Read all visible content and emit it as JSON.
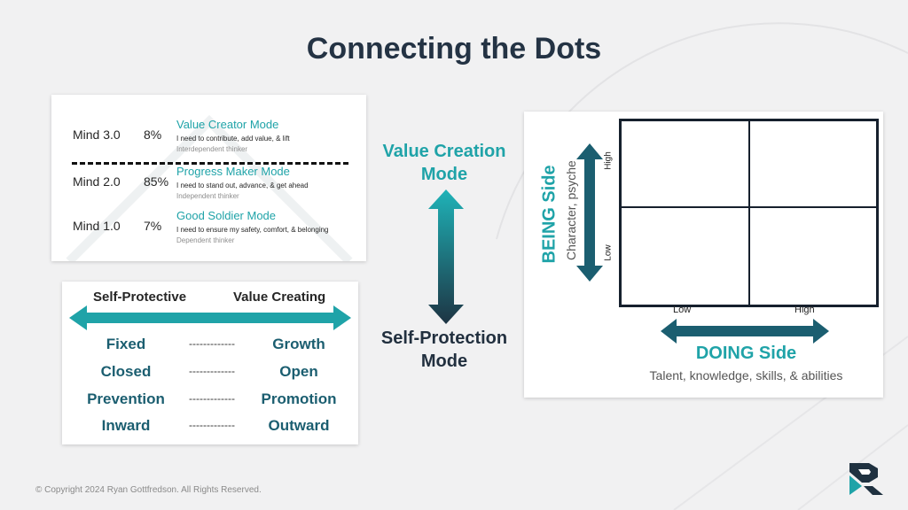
{
  "title": "Connecting the Dots",
  "minds": [
    {
      "label": "Mind 3.0",
      "pct": "8%",
      "mode": "Value Creator Mode",
      "need": "I need to contribute, add value, & lift",
      "thinker": "Interdependent thinker"
    },
    {
      "label": "Mind 2.0",
      "pct": "85%",
      "mode": "Progress Maker Mode",
      "need": "I need to stand out, advance, & get ahead",
      "thinker": "Independent thinker"
    },
    {
      "label": "Mind 1.0",
      "pct": "7%",
      "mode": "Good Soldier Mode",
      "need": "I need to ensure my safety, comfort, & belonging",
      "thinker": "Dependent thinker"
    }
  ],
  "protective": {
    "left_head": "Self-Protective",
    "right_head": "Value Creating",
    "separator": "-------------",
    "rows": [
      {
        "left": "Fixed",
        "right": "Growth"
      },
      {
        "left": "Closed",
        "right": "Open"
      },
      {
        "left": "Prevention",
        "right": "Promotion"
      },
      {
        "left": "Inward",
        "right": "Outward"
      }
    ]
  },
  "middle": {
    "top_line1": "Value Creation",
    "top_line2": "Mode",
    "bottom_line1": "Self-Protection",
    "bottom_line2": "Mode"
  },
  "quadrant": {
    "being_title": "BEING Side",
    "being_sub": "Character, psyche",
    "high_v": "High",
    "low_v": "Low",
    "low_h": "Low",
    "high_h": "High",
    "doing_title": "DOING Side",
    "doing_sub": "Talent, knowledge, skills, & abilities"
  },
  "footer": "© Copyright 2024  Ryan Gottfredson. All Rights Reserved.",
  "colors": {
    "teal": "#1fa3a8",
    "dark_teal": "#1b5e70",
    "navy": "#243344"
  }
}
